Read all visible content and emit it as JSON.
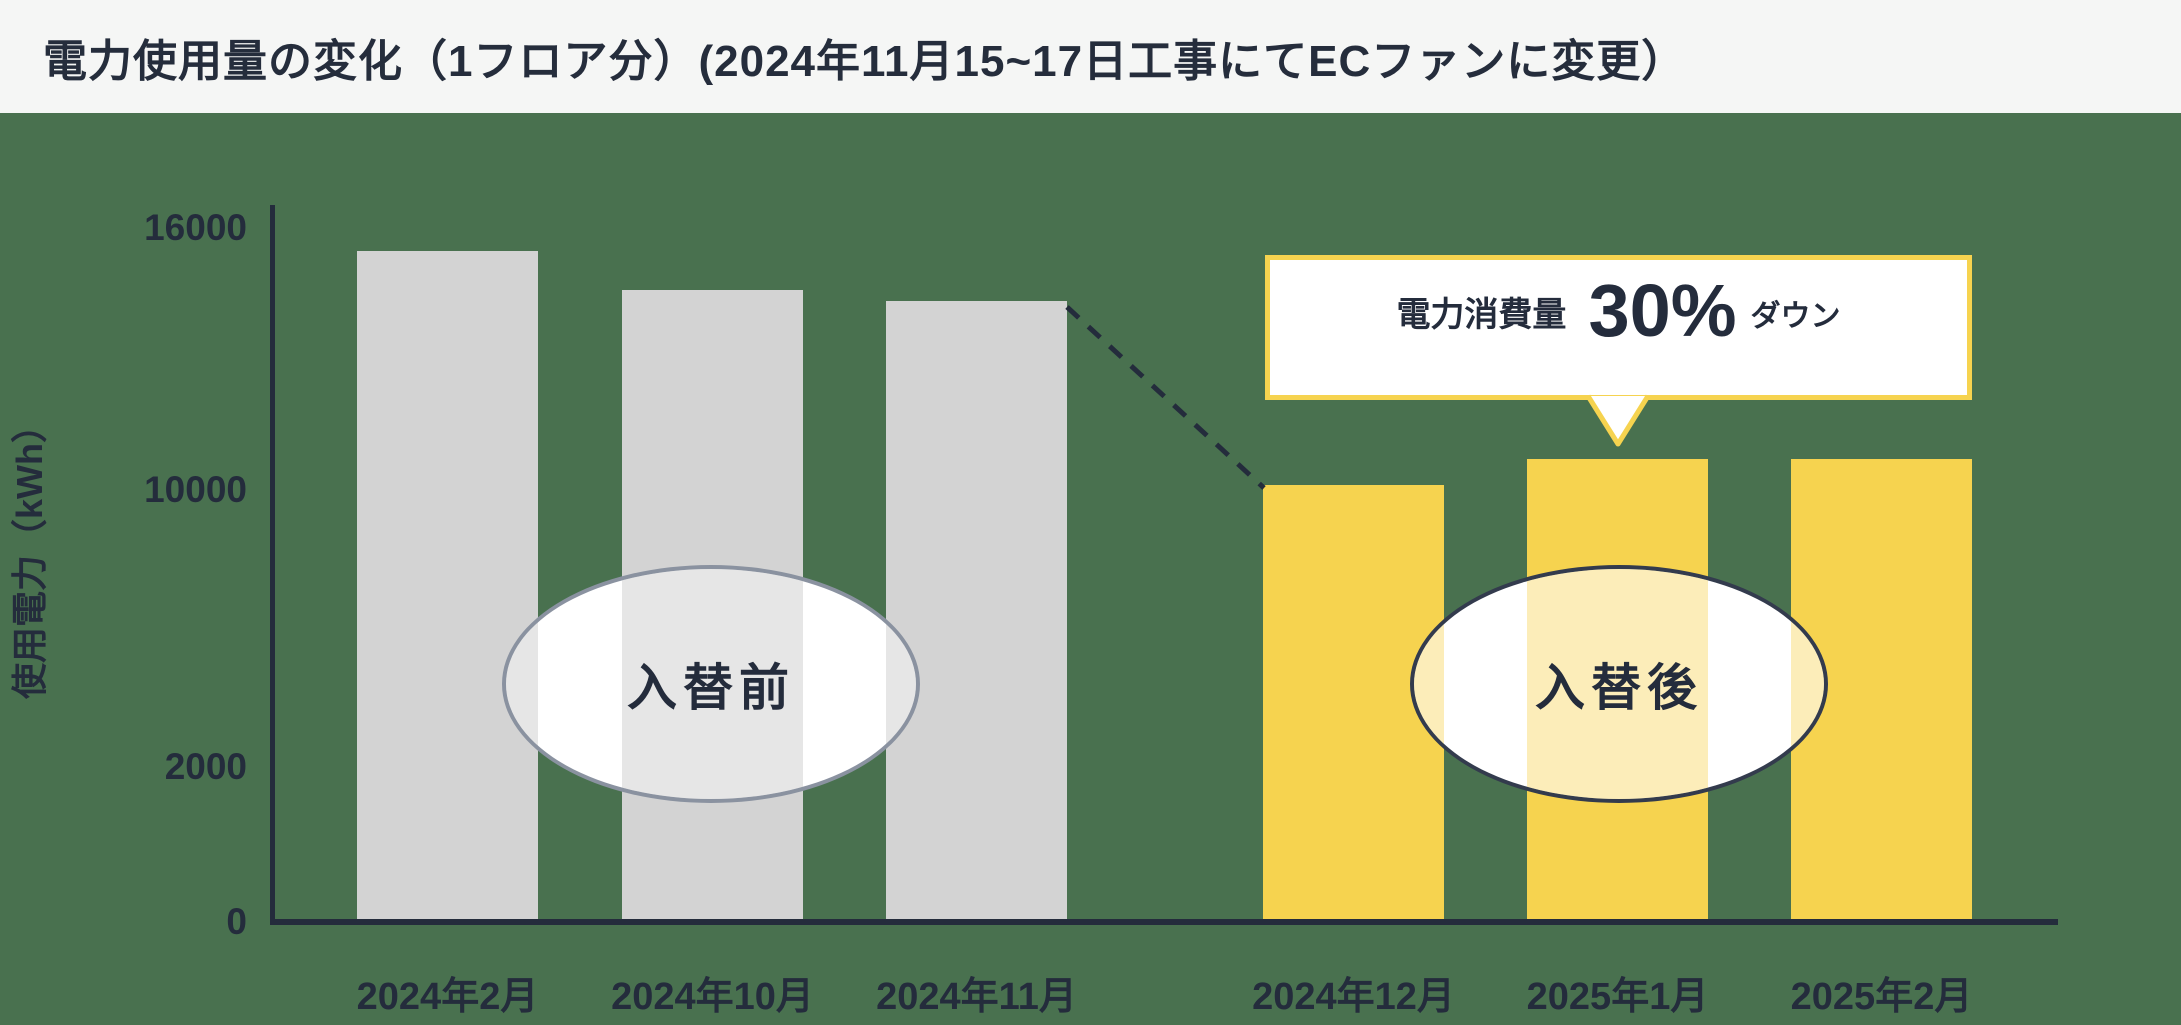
{
  "title": "電力使用量の変化（1フロア分）(2024年11月15~17日工事にてECファンに変更）",
  "y_axis": {
    "label": "使用電力（kWh）",
    "ticks": [
      "16000",
      "10000",
      "2000",
      "0"
    ]
  },
  "annotations": {
    "before_label": "入替前",
    "after_label": "入替後",
    "callout_prefix": "電力消費量",
    "callout_value": "30%",
    "callout_suffix": "ダウン"
  },
  "colors": {
    "background": "#49714F",
    "titlebar_bg": "#F5F6F5",
    "text_dark": "#242C3C",
    "bar_before": "#D3D3D3",
    "bar_after": "#F6D34F",
    "callout_border": "#F6D34F",
    "ellipse_before_border": "#8A92A0",
    "ellipse_after_border": "#333B4D"
  },
  "chart_data": {
    "type": "bar",
    "title": "電力使用量の変化（1フロア分）(2024年11月15~17日工事にてECファンに変更）",
    "categories": [
      "2024年2月",
      "2024年10月",
      "2024年11月",
      "2024年12月",
      "2025年1月",
      "2025年2月"
    ],
    "values": [
      15400,
      14500,
      14250,
      10000,
      10600,
      10600
    ],
    "groups": [
      "before",
      "before",
      "before",
      "after",
      "after",
      "after"
    ],
    "series": [
      {
        "name": "入替前",
        "color": "#D3D3D3",
        "values": [
          15400,
          14500,
          14250,
          null,
          null,
          null
        ]
      },
      {
        "name": "入替後",
        "color": "#F6D34F",
        "values": [
          null,
          null,
          null,
          10000,
          10600,
          10600
        ]
      }
    ],
    "xlabel": "",
    "ylabel": "使用電力（kWh）",
    "ylim": [
      0,
      16000
    ],
    "yticks": [
      0,
      2000,
      10000,
      16000
    ],
    "grid": false,
    "legend_position": "none",
    "annotation": "電力消費量 30% ダウン"
  }
}
